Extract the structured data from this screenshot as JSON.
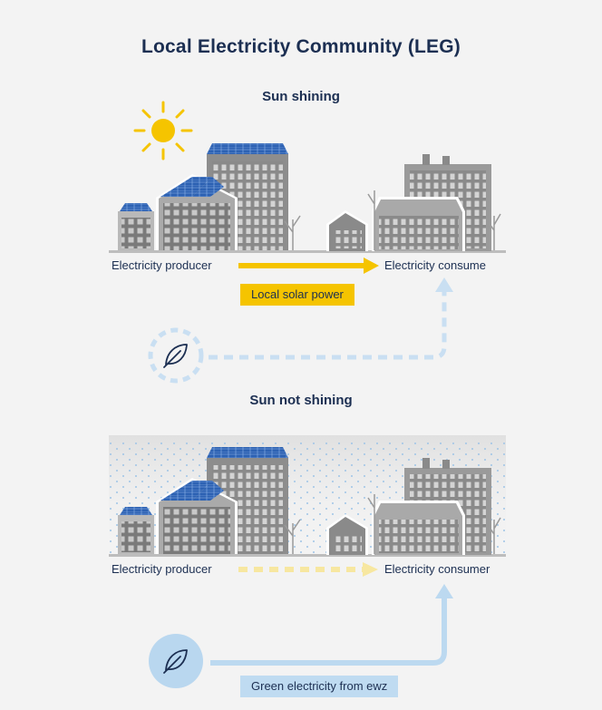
{
  "title": "Local Electricity Community (LEG)",
  "sections": [
    {
      "heading": "Sun shining",
      "producer_label": "Electricity producer",
      "consumer_label": "Electricity consume",
      "flow_tag": "Local solar power"
    },
    {
      "heading": "Sun not shining",
      "producer_label": "Electricity producer",
      "consumer_label": "Electricity consumer",
      "flow_tag": "Green electricity from ewz"
    }
  ],
  "colors": {
    "solar": "#f5c400",
    "green_line": "#bcd9f0",
    "green_circle": "#b9d7ef",
    "text": "#1c2f52"
  },
  "icons": [
    "sun-icon",
    "leaf-icon"
  ]
}
